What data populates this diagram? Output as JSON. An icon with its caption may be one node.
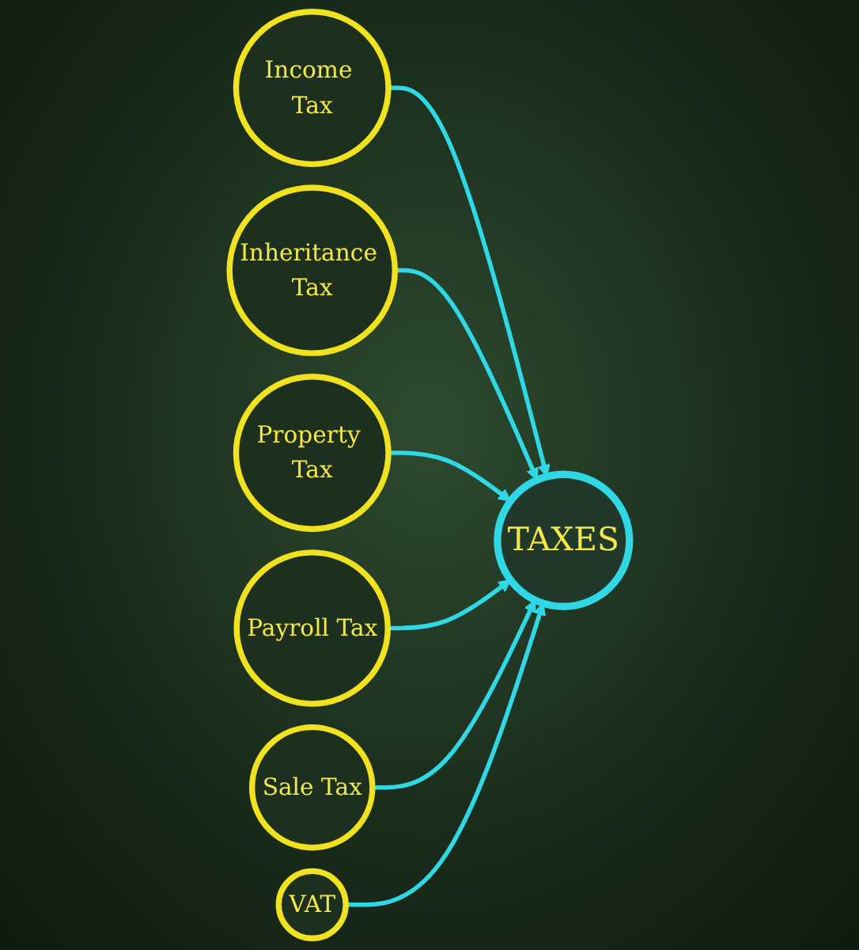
{
  "diagram": {
    "nodes": [
      {
        "text": [
          "Income Tax"
        ]
      },
      {
        "text": [
          "Inheritance Tax"
        ]
      },
      {
        "text": [
          "Property Tax"
        ]
      },
      {
        "text": [
          "TAXES"
        ]
      },
      {
        "text": [
          "Payroll Tax"
        ]
      },
      {
        "text": [
          "Sale Tax"
        ]
      },
      {
        "text": [
          "VAT"
        ]
      }
    ],
    "edges": [
      {
        "from": 0,
        "to": 3,
        "arrow": "to"
      },
      {
        "from": 1,
        "to": 3,
        "arrow": "to"
      },
      {
        "from": 2,
        "to": 3,
        "arrow": "to"
      },
      {
        "from": 4,
        "to": 3,
        "arrow": "to"
      },
      {
        "from": 5,
        "to": 3,
        "arrow": "to"
      },
      {
        "from": 6,
        "to": 3,
        "arrow": "to"
      }
    ]
  }
}
